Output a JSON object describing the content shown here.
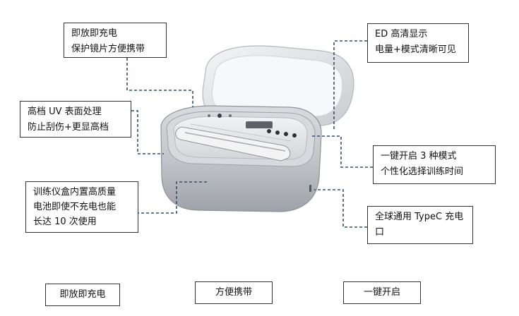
{
  "callouts": {
    "charge": {
      "line1": "即放即充电",
      "line2": "保护镜片方便携带"
    },
    "display": {
      "line1": "ED 高清显示",
      "line2": "电量+模式清晰可见"
    },
    "surface": {
      "line1": "高档 UV 表面处理",
      "line2": "防止刮伤+更显高档"
    },
    "modes": {
      "line1": "一键开启 3 种模式",
      "line2": "个性化选择训练时间"
    },
    "battery": {
      "line1": "训练仪盒内置高质量",
      "line2": "电池即使不充电也能",
      "line3": "长达 10 次使用"
    },
    "typec": {
      "line1": "全球通用 TypeC 充电",
      "line2": "口"
    }
  },
  "features": [
    "即放即充电",
    "方便携带",
    "一键开启"
  ],
  "colors": {
    "leader": "#2f4f6f",
    "case_light": "#e9eaec",
    "case_dark": "#a9acb1"
  }
}
